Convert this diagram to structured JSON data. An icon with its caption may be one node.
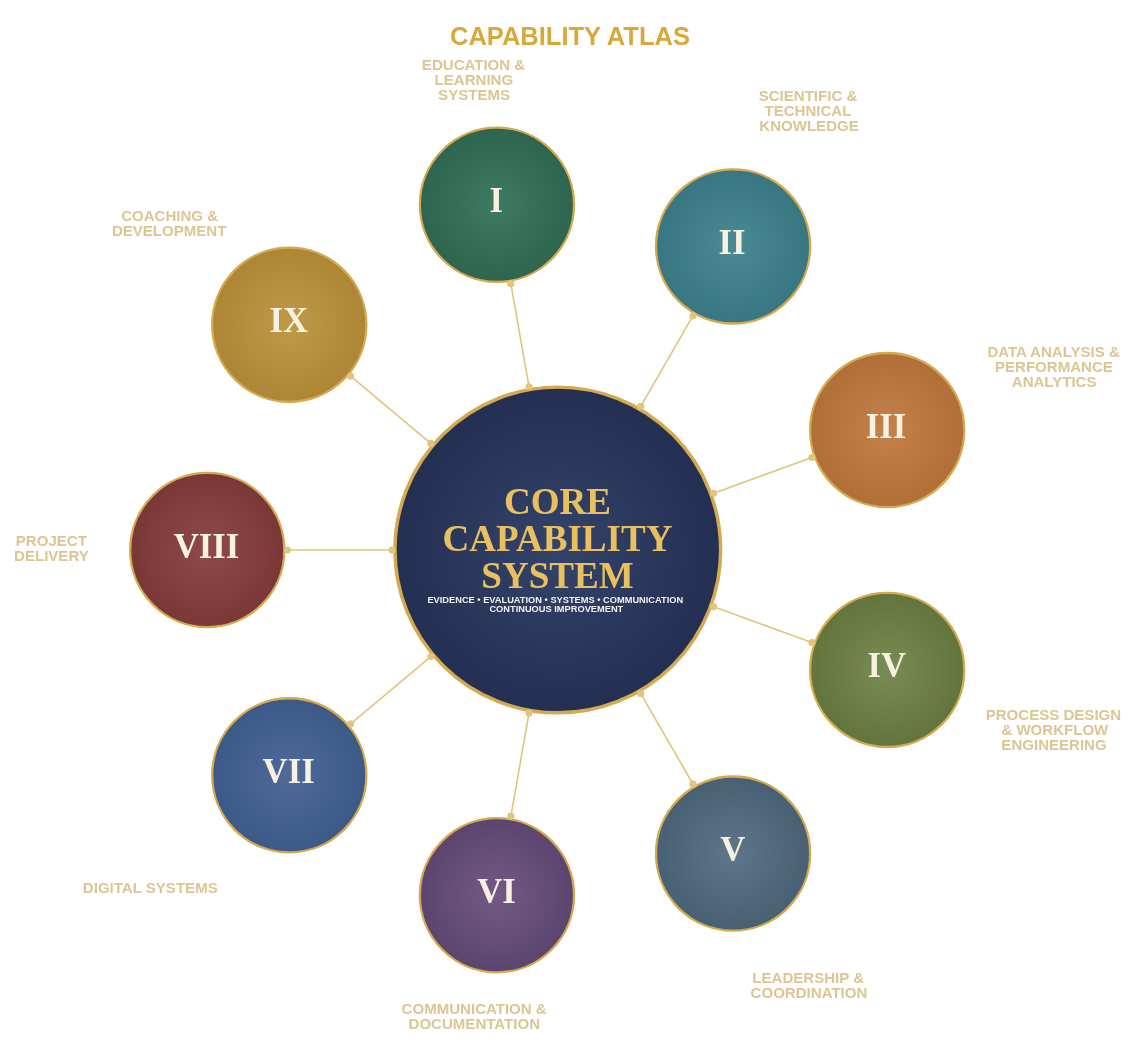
{
  "diagram": {
    "title": "CAPABILITY ATLAS",
    "nodes": [
      {
        "text": [
          "CORE CAPABILITY SYSTEM",
          "EVIDENCE • EVALUATION • SYSTEMS • COMMUNICATION CONTINUOUS IMPROVEMENT"
        ]
      },
      {
        "text": [
          "I"
        ],
        "beside": [
          "EDUCATION & LEARNING SYSTEMS"
        ]
      },
      {
        "text": [
          "II"
        ],
        "beside": [
          "SCIENTIFIC & TECHNICAL KNOWLEDGE"
        ]
      },
      {
        "text": [
          "III"
        ],
        "beside": [
          "DATA ANALYSIS & PERFORMANCE ANALYTICS"
        ]
      },
      {
        "text": [
          "IV"
        ],
        "beside": [
          "PROCESS DESIGN & WORKFLOW ENGINEERING"
        ]
      },
      {
        "text": [
          "V"
        ],
        "beside": [
          "LEADERSHIP & COORDINATION"
        ]
      },
      {
        "text": [
          "VI"
        ],
        "beside": [
          "COMMUNICATION & DOCUMENTATION"
        ]
      },
      {
        "text": [
          "VII"
        ],
        "beside": [
          "DIGITAL SYSTEMS"
        ]
      },
      {
        "text": [
          "VIII"
        ],
        "beside": [
          "PROJECT DELIVERY"
        ]
      },
      {
        "text": [
          "IX"
        ],
        "beside": [
          "COACHING & DEVELOPMENT"
        ]
      }
    ],
    "edges": [
      {
        "from": 0,
        "to": 1,
        "arrow": "other"
      },
      {
        "from": 0,
        "to": 2,
        "arrow": "other"
      },
      {
        "from": 0,
        "to": 3,
        "arrow": "other"
      },
      {
        "from": 0,
        "to": 4,
        "arrow": "other"
      },
      {
        "from": 0,
        "to": 5,
        "arrow": "other"
      },
      {
        "from": 0,
        "to": 6,
        "arrow": "other"
      },
      {
        "from": 0,
        "to": 7,
        "arrow": "other"
      },
      {
        "from": 0,
        "to": 8,
        "arrow": "other"
      },
      {
        "from": 0,
        "to": 9,
        "arrow": "other"
      }
    ]
  }
}
